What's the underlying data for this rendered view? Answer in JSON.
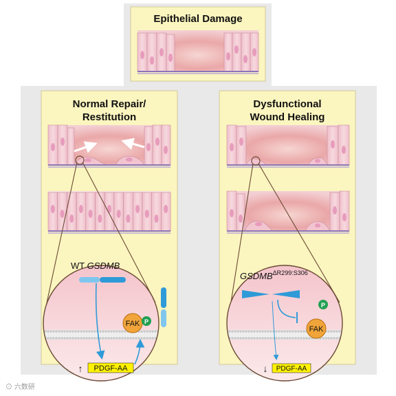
{
  "panels": {
    "top": {
      "title": "Epithelial Damage"
    },
    "normal": {
      "title_line1": "Normal Repair/",
      "title_line2": "Restitution"
    },
    "dysfunctional": {
      "title_line1": "Dysfunctional",
      "title_line2": "Wound Healing"
    }
  },
  "normal_inset": {
    "gene_prefix": "WT ",
    "gene_name": "GSDMB",
    "kinase_label": "FAK",
    "phospho_label": "P",
    "output_label": "PDGF-AA",
    "output_direction": "↑"
  },
  "dysfunctional_inset": {
    "gene_name": "GSDMB",
    "gene_superscript": "ΔR299:S306",
    "kinase_label": "FAK",
    "phospho_label": "P",
    "output_label": "PDGF-AA",
    "output_direction": "↓"
  },
  "watermark": "⊙ 六数研",
  "colors": {
    "panel_bg": "#fbf5bf",
    "outer_bg": "#e9e9e9",
    "cell": "#f2c4cf",
    "nucleus": "#e79cbc",
    "wound": "#e8a1a1",
    "membrane": "#8a74b8",
    "protein_blue": "#2f9ad8",
    "fak_orange": "#f0a43a",
    "phospho_green": "#22a052",
    "highlight_yellow": "#fff200"
  }
}
